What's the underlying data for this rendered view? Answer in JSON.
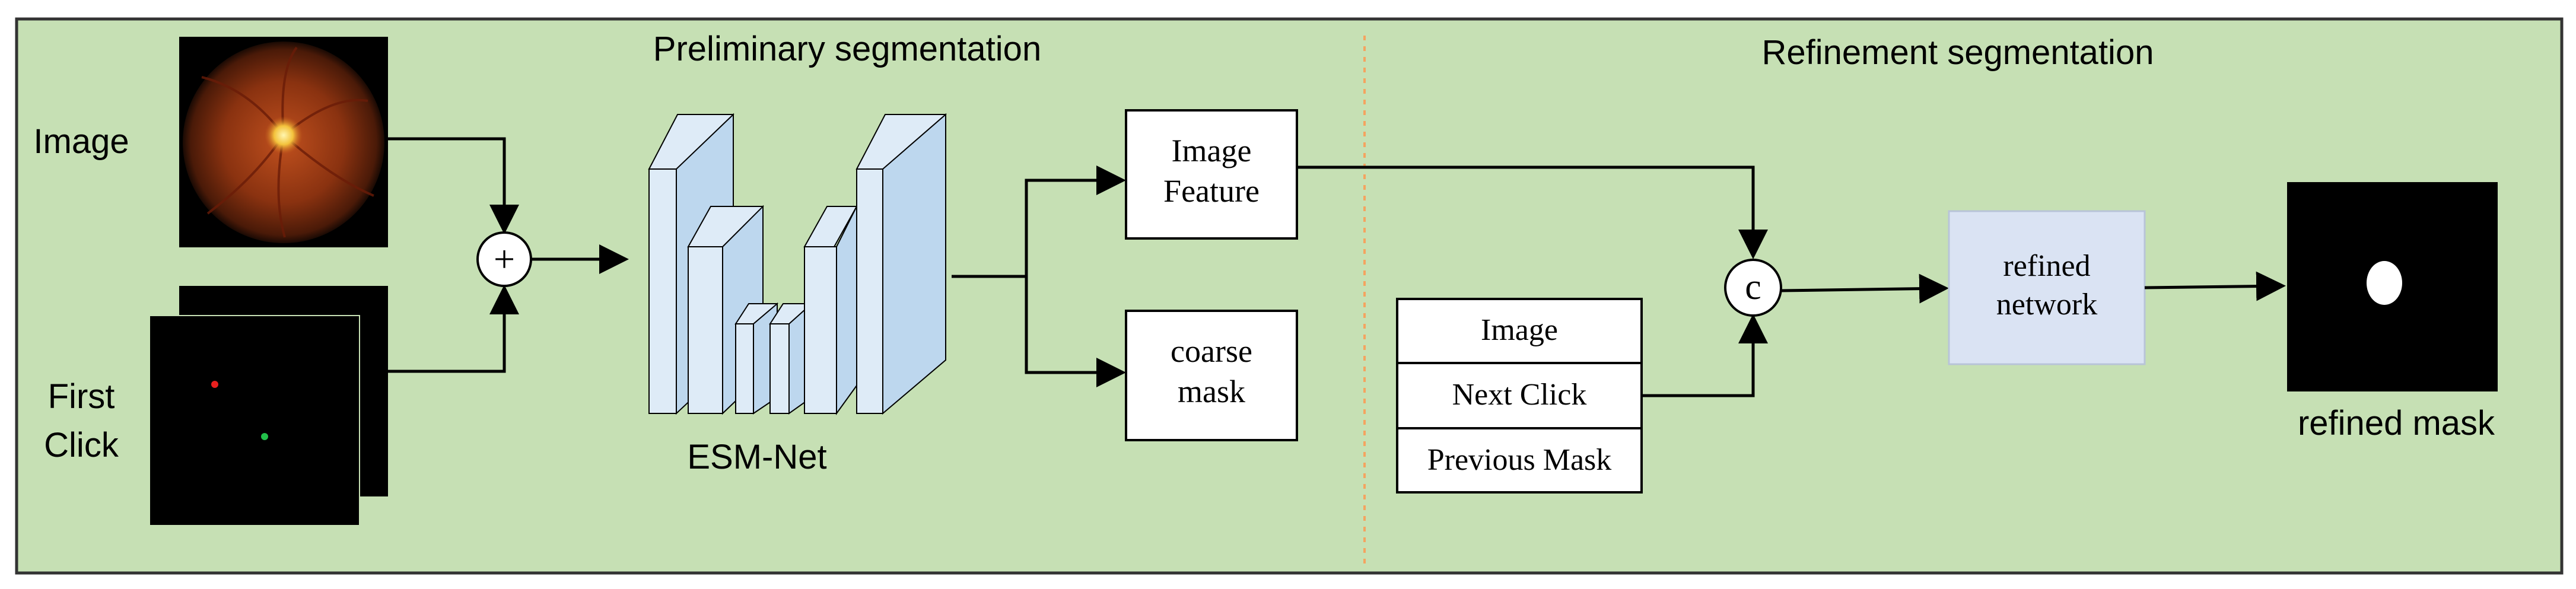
{
  "sections": {
    "preliminary_title": "Preliminary segmentation",
    "refinement_title": "Refinement segmentation"
  },
  "inputs": {
    "image_label": "Image",
    "click_label_line1": "First",
    "click_label_line2": "Click"
  },
  "nodes": {
    "add_symbol": "+",
    "concat_symbol": "c",
    "esm_net_label": "ESM-Net",
    "image_feature_line1": "Image",
    "image_feature_line2": "Feature",
    "coarse_mask_line1": "coarse",
    "coarse_mask_line2": "mask",
    "stack_row1": "Image",
    "stack_row2": "Next Click",
    "stack_row3": "Previous Mask",
    "refined_network_line1": "refined",
    "refined_network_line2": "network",
    "refined_mask_label": "refined mask"
  },
  "colors": {
    "background": "#c6e0b4",
    "block_front": "#deebf7",
    "block_side": "#bdd7ee",
    "refined_box": "#dae3f3",
    "divider": "#f4a460",
    "red_click": "#e8201e",
    "green_click": "#22c04a"
  }
}
